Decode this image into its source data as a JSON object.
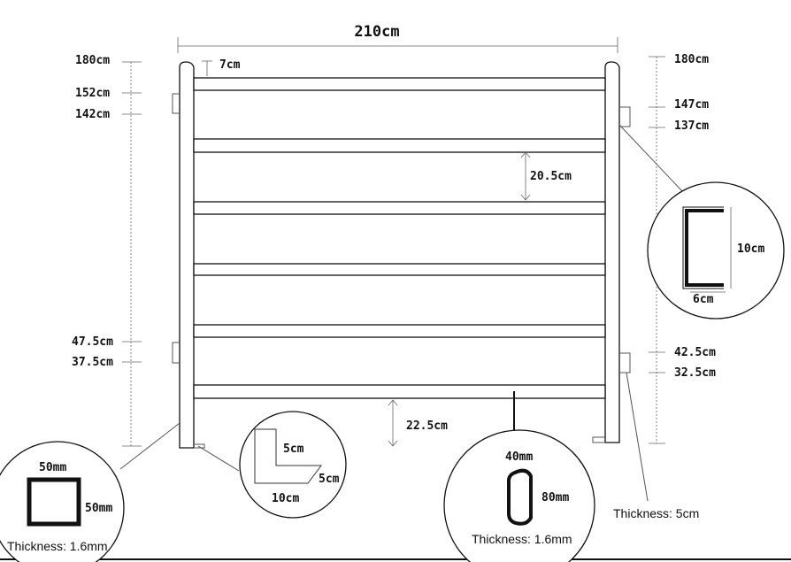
{
  "dimensions": {
    "overall_width": "210cm",
    "left_height": "180cm",
    "left_upper_bracket_top": "152cm",
    "left_upper_bracket_bottom": "142cm",
    "left_lower_bracket_top": "47.5cm",
    "left_lower_bracket_bottom": "37.5cm",
    "top_gap": "7cm",
    "rail_spacing": "20.5cm",
    "ground_clearance": "22.5cm",
    "right_height": "180cm",
    "right_upper_bracket_top": "147cm",
    "right_upper_bracket_bottom": "137cm",
    "right_lower_bracket_top": "42.5cm",
    "right_lower_bracket_bottom": "32.5cm"
  },
  "details": {
    "c_channel": {
      "height": "10cm",
      "width": "6cm"
    },
    "angle": {
      "leg_a": "5cm",
      "leg_b": "5cm",
      "base": "10cm"
    },
    "square_post": {
      "width": "50mm",
      "height": "50mm",
      "thickness": "Thickness: 1.6mm"
    },
    "oval_rail": {
      "width": "40mm",
      "height": "80mm",
      "thickness": "Thickness: 1.6mm"
    },
    "bracket_note": "Thickness: 5cm"
  }
}
